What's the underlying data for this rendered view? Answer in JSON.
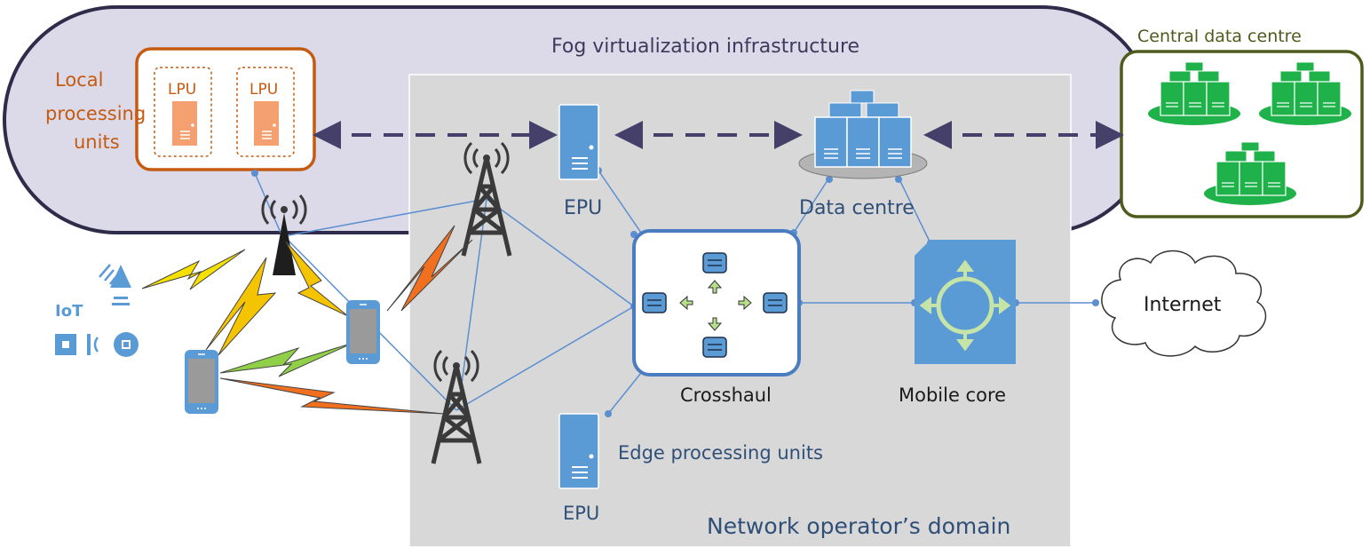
{
  "labels": {
    "fog": "Fog virtualization infrastructure",
    "central": "Central data centre",
    "local_line1": "Local",
    "local_line2": "processing",
    "local_line3": "units",
    "lpu": "LPU",
    "epu": "EPU",
    "data_centre": "Data centre",
    "iot": "IoT",
    "crosshaul": "Crosshaul",
    "mobile_core": "Mobile core",
    "internet": "Internet",
    "edge_units": "Edge processing units",
    "operator": "Network operator’s domain"
  },
  "colors": {
    "fog_fill": "#dcdae8",
    "operator_fill": "#d8d8d8",
    "local_border": "#c55a11",
    "local_text": "#c55a11",
    "lpu_fill": "#f4a070",
    "central_border": "#4d5b1c",
    "central_text": "#4d5b1c",
    "central_server": "#1fb24a",
    "epu_fill": "#5b9bd5",
    "text_blue": "#3a5a80",
    "link": "#5b8fd0",
    "dash": "#45406a",
    "tower": "#3a3a3a"
  },
  "icons": [
    "server-icon",
    "data-centre-icon",
    "tower-icon",
    "smartphone-icon",
    "iot-icon",
    "crosshaul-switch-icon",
    "mobile-core-icon",
    "cloud-icon",
    "lightning-link-icon"
  ]
}
